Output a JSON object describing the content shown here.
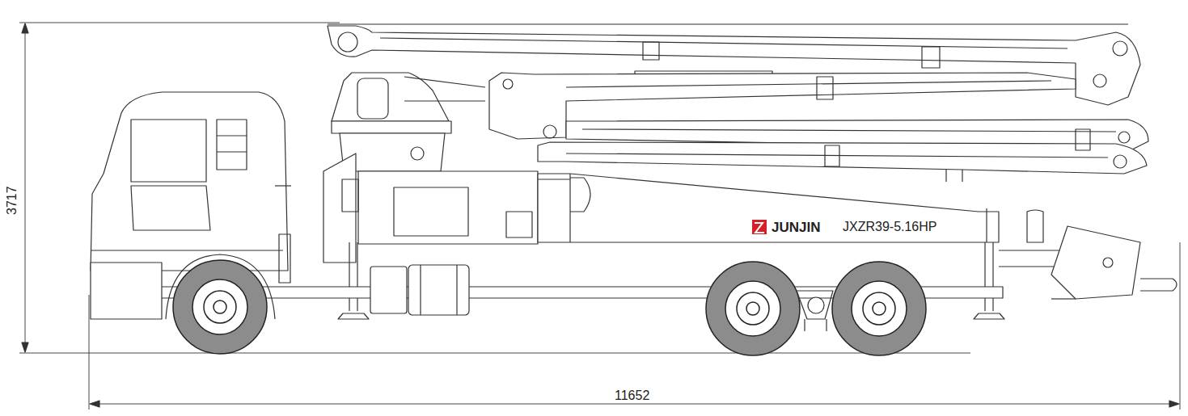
{
  "diagram": {
    "labels": [
      "3717",
      "11652",
      "JUNJIN",
      "JXZR39-5.16HP"
    ]
  }
}
